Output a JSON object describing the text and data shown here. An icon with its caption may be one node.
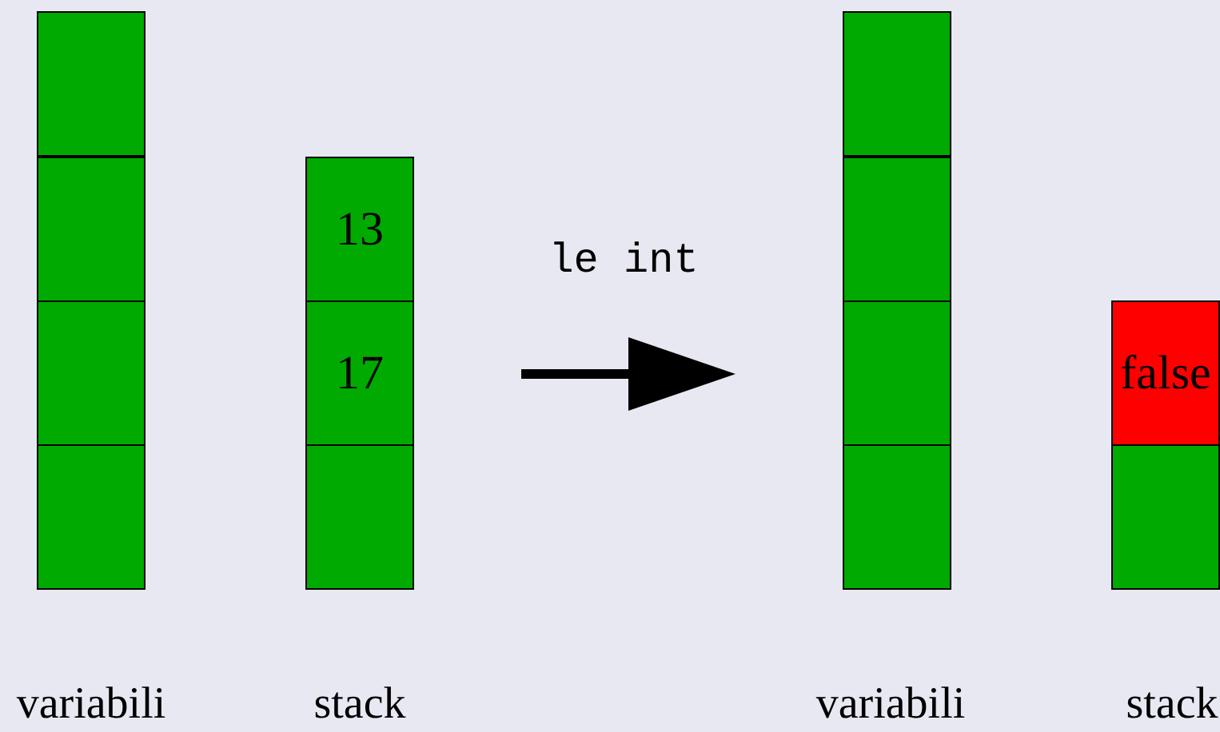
{
  "diagram": {
    "nodes": [
      {
        "text": [],
        "shape": "box"
      },
      {
        "text": [],
        "shape": "box"
      },
      {
        "text": [],
        "shape": "box"
      },
      {
        "text": [],
        "shape": "box"
      },
      {
        "text": [
          "13"
        ]
      },
      {
        "text": [
          "17"
        ]
      },
      {
        "text": [],
        "shape": "box"
      },
      {
        "text": [],
        "shape": "box"
      },
      {
        "text": [],
        "shape": "box"
      },
      {
        "text": [],
        "shape": "box"
      },
      {
        "text": [],
        "shape": "box"
      },
      {
        "text": [
          "false"
        ]
      },
      {
        "text": [],
        "shape": "box"
      }
    ],
    "labels": [
      "le int",
      "variabili",
      "stack",
      "variabili",
      "stack"
    ]
  }
}
